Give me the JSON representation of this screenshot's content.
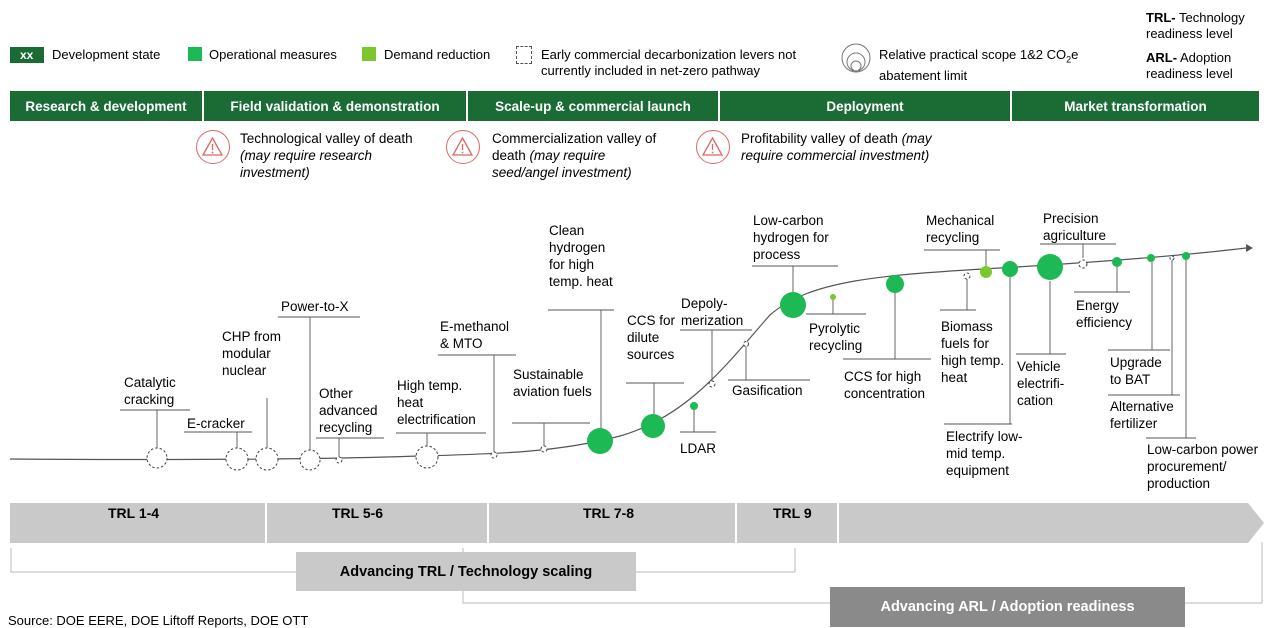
{
  "legend_definitions": {
    "trl_abbr": "TRL-",
    "trl_text": " Technology readiness level",
    "arl_abbr": "ARL-",
    "arl_text": " Adoption readiness level"
  },
  "legend": {
    "xx_badge": "xx",
    "development_state": "Development state",
    "operational_measures": "Operational measures",
    "demand_reduction": "Demand reduction",
    "early_levers": "Early commercial decarbonization levers not currently included in net-zero pathway",
    "scope_prefix": "Relative practical scope 1&2 CO",
    "scope_sub": "2",
    "scope_suffix": "e abatement limit"
  },
  "stages": [
    "Research & development",
    "Field validation & demonstration",
    "Scale-up & commercial launch",
    "Deployment",
    "Market transformation"
  ],
  "valleys": [
    {
      "plain": "Technological valley of death ",
      "italic": "(may require research investment)"
    },
    {
      "plain": "Commercialization valley of death ",
      "italic": "(may require seed/angel investment)"
    },
    {
      "plain": "Profitability valley of death ",
      "italic": "(may require commercial investment)"
    }
  ],
  "levers": {
    "catalytic_cracking": "Catalytic cracking",
    "e_cracker": "E-cracker",
    "chp_nuclear": "CHP from modular nuclear",
    "power_to_x": "Power-to-X",
    "other_recycling": "Other advanced recycling",
    "high_temp_heat_electrification": "High temp. heat electrification",
    "e_methanol": "E-methanol & MTO",
    "saf": "Sustainable aviation fuels",
    "clean_hydrogen": "Clean hydrogen for high temp. heat",
    "ccs_dilute": "CCS for dilute sources",
    "ldar": "LDAR",
    "depolymerization": "Depoly-merization",
    "gasification": "Gasification",
    "low_carbon_hydrogen": "Low-carbon hydrogen for process",
    "pyrolytic_recycling": "Pyrolytic recycling",
    "ccs_high": "CCS for high concentration",
    "mechanical_recycling": "Mechanical recycling",
    "biomass_fuels": "Biomass fuels for high temp. heat",
    "electrify_low_mid": "Electrify low-mid temp. equipment",
    "vehicle_electrification": "Vehicle electrifi-cation",
    "precision_agriculture": "Precision agriculture",
    "energy_efficiency": "Energy efficiency",
    "upgrade_bat": "Upgrade to BAT",
    "alternative_fertilizer": "Alternative fertilizer",
    "low_carbon_power": "Low-carbon power procurement/ production"
  },
  "trl_bar": [
    "TRL 1-4",
    "TRL 5-6",
    "TRL 7-8",
    "TRL 9"
  ],
  "bottom": {
    "advancing_trl": "Advancing TRL / Technology scaling",
    "advancing_arl": "Advancing ARL / Adoption readiness"
  },
  "source": "Source: DOE EERE, DOE Liftoff Reports, DOE OTT",
  "colors": {
    "dark_green": "#1b6b35",
    "operational_green": "#1db954",
    "demand_green": "#7cc62e",
    "valley_red": "#e06666",
    "trl_gray": "#c9c9c9",
    "arl_gray": "#8a8a8a"
  }
}
